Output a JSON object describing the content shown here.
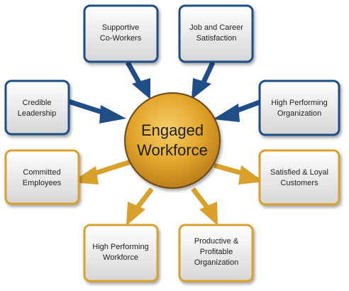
{
  "center": {
    "line1": "Engaged",
    "line2": "Workforce"
  },
  "inputs": [
    {
      "line1": "Supportive",
      "line2": "Co-Workers"
    },
    {
      "line1": "Job and Career",
      "line2": "Satisfaction"
    },
    {
      "line1": "Credible",
      "line2": "Leadership"
    },
    {
      "line1": "High Performing",
      "line2": "Organization"
    }
  ],
  "outputs": [
    {
      "line1": "Committed",
      "line2": "Employees"
    },
    {
      "line1": "Satisfied & Loyal",
      "line2": "Customers"
    },
    {
      "line1": "High Performing",
      "line2": "Workforce"
    },
    {
      "line1": "Productive &",
      "line2": "Profitable",
      "line3": "Organization"
    }
  ],
  "colors": {
    "input_border": "#1f4f86",
    "input_arrow": "#1f4f86",
    "output_border": "#d9a12b",
    "output_arrow": "#d9a12b",
    "center_fill": "#e2a52a",
    "center_stroke": "#6b4a12",
    "box_fill_top": "#ffffff",
    "box_fill_bottom": "#d9d9d9"
  }
}
